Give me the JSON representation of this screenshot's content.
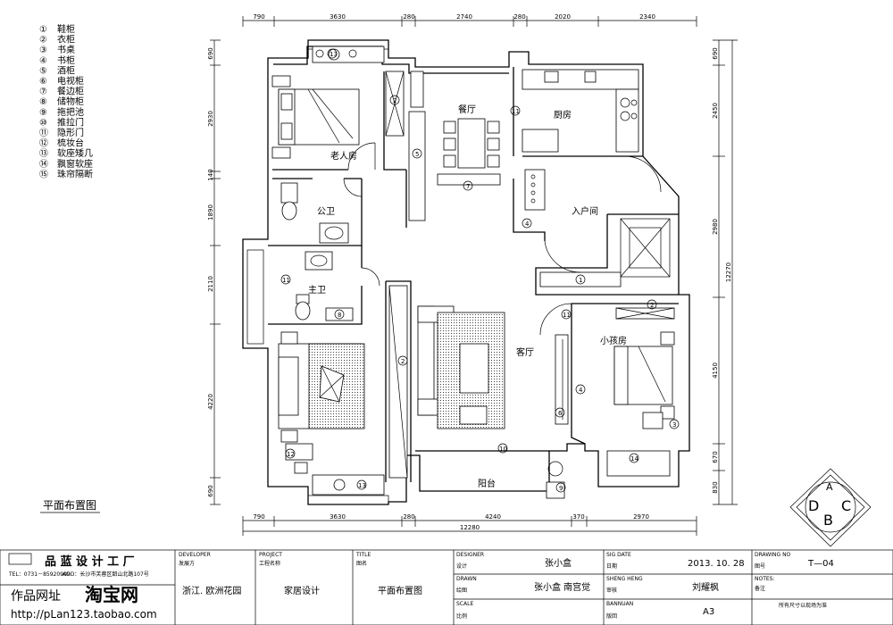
{
  "legend": [
    {
      "num": "①",
      "label": "鞋柜"
    },
    {
      "num": "②",
      "label": "衣柜"
    },
    {
      "num": "③",
      "label": "书桌"
    },
    {
      "num": "④",
      "label": "书柜"
    },
    {
      "num": "⑤",
      "label": "酒柜"
    },
    {
      "num": "⑥",
      "label": "电视柜"
    },
    {
      "num": "⑦",
      "label": "餐边柜"
    },
    {
      "num": "⑧",
      "label": "储物柜"
    },
    {
      "num": "⑨",
      "label": "拖把池"
    },
    {
      "num": "⑩",
      "label": "推拉门"
    },
    {
      "num": "⑪",
      "label": "隐形门"
    },
    {
      "num": "⑫",
      "label": "梳妆台"
    },
    {
      "num": "⑬",
      "label": "软座矮几"
    },
    {
      "num": "⑭",
      "label": "飘窗软座"
    },
    {
      "num": "⑮",
      "label": "珠帘隔断"
    }
  ],
  "plan_title": "平面布置图",
  "rooms": {
    "laorenfang": "老人房",
    "canting": "餐厅",
    "chufang": "厨房",
    "gongwei": "公卫",
    "ruhujian": "入户间",
    "zhuwei": "主卫",
    "keting": "客厅",
    "xiaohaifang": "小孩房",
    "yangtai": "阳台"
  },
  "dims_top": [
    "790",
    "3630",
    "280",
    "2740",
    "280",
    "2020",
    "2340"
  ],
  "dims_bottom": [
    "790",
    "3630",
    "280",
    "4240",
    "370",
    "2970"
  ],
  "dim_total": "12280",
  "dims_left": [
    "690",
    "2930",
    "140",
    "1890",
    "2110",
    "4220",
    "690"
  ],
  "dims_right": [
    "690",
    "2450",
    "2980",
    "12270",
    "4150",
    "670",
    "830"
  ],
  "compass": {
    "a": "A",
    "b": "B",
    "c": "C",
    "d": "D"
  },
  "title_block": {
    "company": "品 蓝 设 计 工 厂",
    "company_tel": "TEL：0731－85920909",
    "company_addr": "ADD：长沙市芙蓉区韶山北路107号",
    "site_label": "作品网址",
    "taobao": "淘宝网",
    "url": "http://pLan123.taobao.com",
    "developer_en": "DEVELOPER",
    "developer_cn": "发展方",
    "developer_value": "浙江. 欧洲花园",
    "project_en": "PROJECT",
    "project_cn": "工程名称",
    "project_value": "家居设计",
    "title_en": "TITLE",
    "title_cn": "图名",
    "title_value": "平面布置图",
    "designer_en": "DESIGNER",
    "designer_cn": "设计",
    "designer_value": "张小盒",
    "drawn_en": "DRAWN",
    "drawn_cn": "绘图",
    "drawn_value": "张小盒  南宫觉",
    "scale_en": "SCALE",
    "scale_cn": "比例",
    "sigdate_en": "SIG DATE",
    "sigdate_cn": "日期",
    "sigdate_value": "2013. 10. 28",
    "sheng_en": "SHENG HENG",
    "sheng_cn": "审核",
    "sheng_value": "刘耀枫",
    "banben_en": "BANNUAN",
    "banben_cn": "版回",
    "banben_value": "A3",
    "drawing_en": "DRAWING  NO",
    "drawing_cn": "图号",
    "drawing_value": "T—04",
    "notes_en": "NOTES:",
    "notes_cn": "备注",
    "notes_value": "所有尺寸以现场为准"
  }
}
